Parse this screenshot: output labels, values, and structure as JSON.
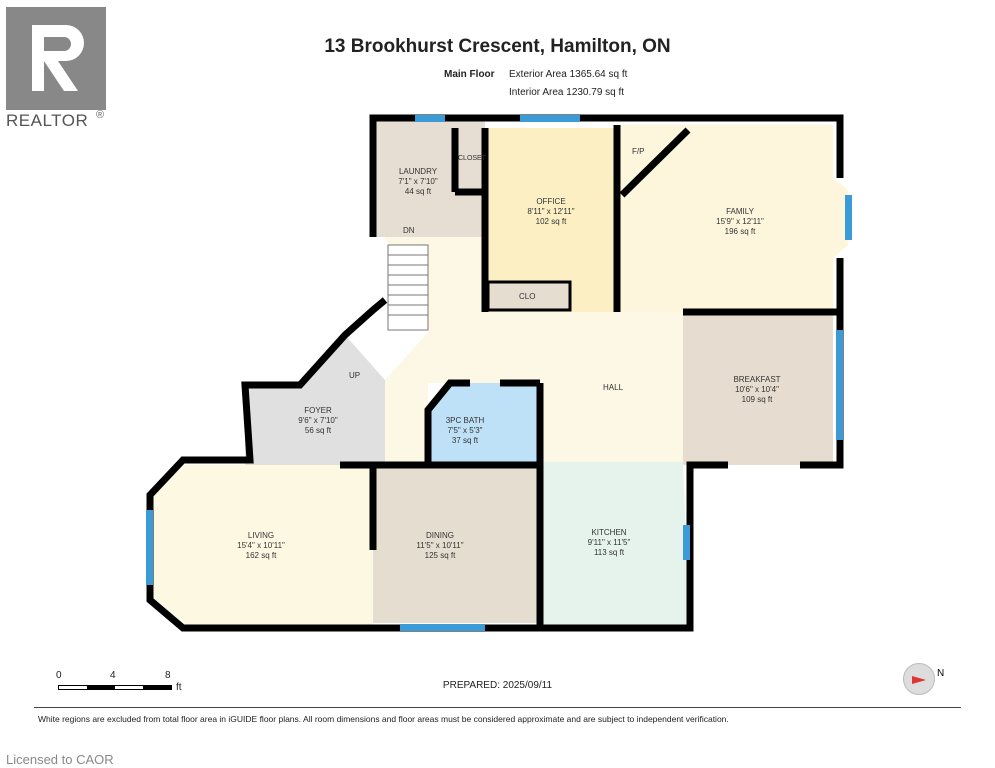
{
  "logo": {
    "text": "REALTOR",
    "mark": "®"
  },
  "title": "13 Brookhurst Crescent, Hamilton, ON",
  "floor": {
    "name": "Main Floor",
    "exterior": "Exterior Area 1365.64 sq ft",
    "interior": "Interior Area 1230.79 sq ft"
  },
  "rooms": [
    {
      "name": "LAUNDRY",
      "dims": "7'1\" x 7'10\"",
      "area": "44 sq ft"
    },
    {
      "name": "OFFICE",
      "dims": "8'11\" x 12'11\"",
      "area": "102 sq ft"
    },
    {
      "name": "FAMILY",
      "dims": "15'9\" x 12'11\"",
      "area": "196 sq ft"
    },
    {
      "name": "BREAKFAST",
      "dims": "10'6\" x 10'4\"",
      "area": "109 sq ft"
    },
    {
      "name": "FOYER",
      "dims": "9'6\" x 7'10\"",
      "area": "56 sq ft"
    },
    {
      "name": "3PC BATH",
      "dims": "7'5\" x 5'3\"",
      "area": "37 sq ft"
    },
    {
      "name": "LIVING",
      "dims": "15'4\" x 10'11\"",
      "area": "162 sq ft"
    },
    {
      "name": "DINING",
      "dims": "11'5\" x 10'11\"",
      "area": "125 sq ft"
    },
    {
      "name": "KITCHEN",
      "dims": "9'11\" x 11'5\"",
      "area": "113 sq ft"
    }
  ],
  "labels": {
    "closet": "CLOSET",
    "clo": "CLO",
    "fp": "F/P",
    "hall": "HALL",
    "up": "UP",
    "dn": "DN"
  },
  "scale": {
    "t0": "0",
    "t4": "4",
    "t8": "8",
    "unit": "ft"
  },
  "compass": "N",
  "prepared": "PREPARED: 2025/09/11",
  "disclaimer": "White regions are excluded from total floor area in iGUIDE floor plans. All room dimensions and floor areas must be considered approximate and are subject to independent verification.",
  "licensed": "Licensed to CAOR",
  "colors": {
    "wall": "#000000",
    "window": "#3b9bd6",
    "office": "#fcefc4",
    "family": "#fdf6dc",
    "hall": "#fdf8e6",
    "breakfast": "#e6ddd0",
    "laundry": "#e6ddd3",
    "foyer": "#e0e0e0",
    "bath": "#bfe1f7",
    "living": "#fdf8e2",
    "dining": "#e6ddd1",
    "kitchen": "#e6f3ec"
  }
}
